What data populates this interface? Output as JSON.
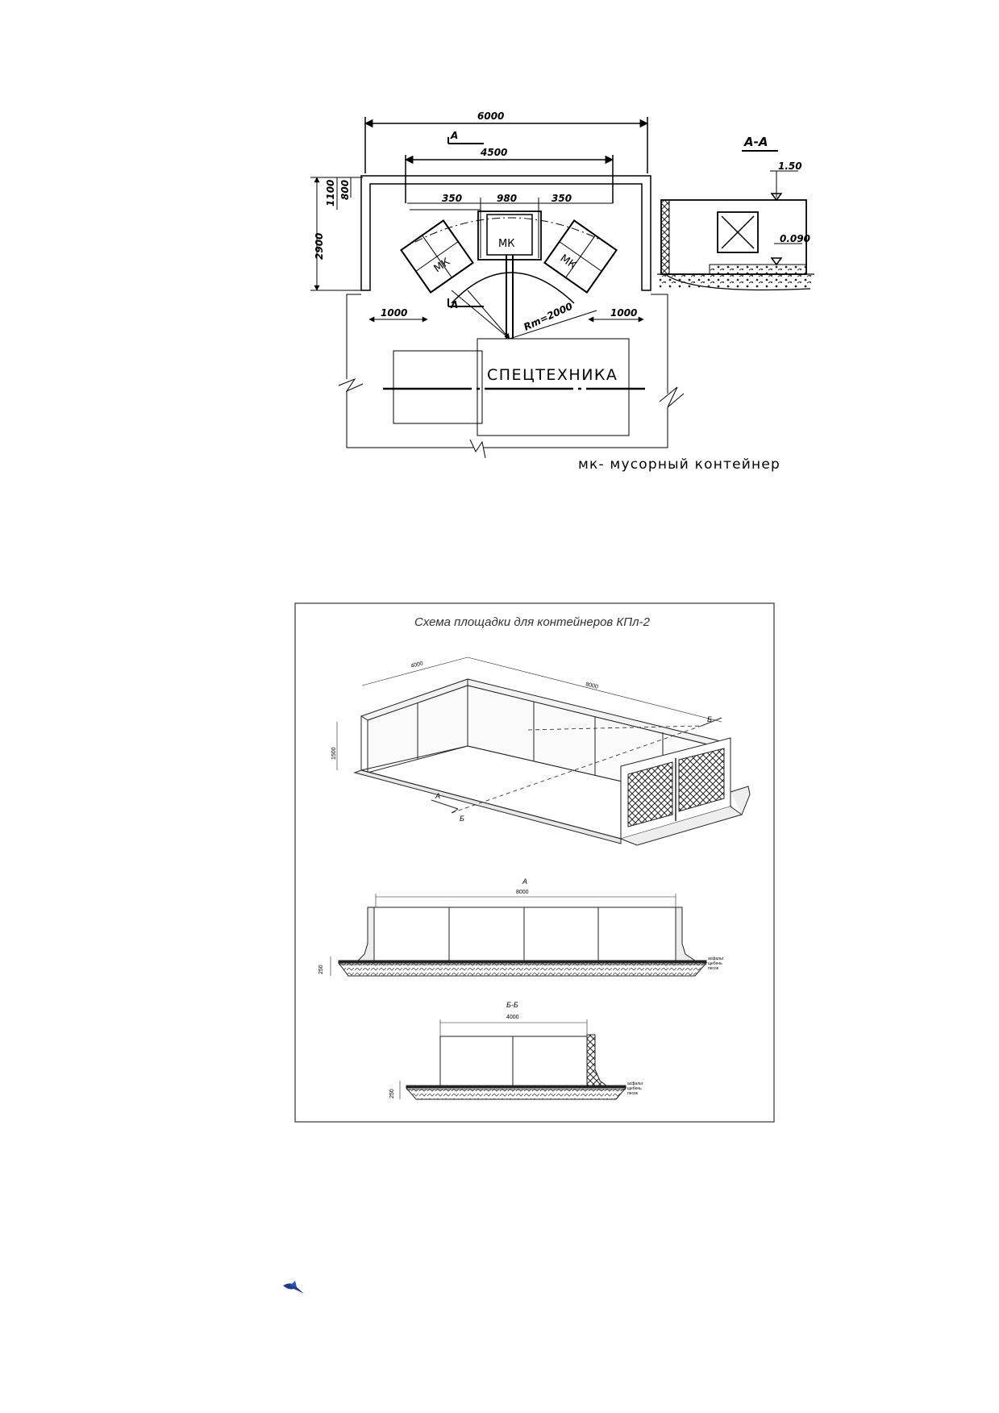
{
  "drawing1": {
    "dims": {
      "overall_width": "6000",
      "inner_width": "4500",
      "section_mark": "А",
      "left_gap": "350",
      "center_width": "980",
      "right_gap": "350",
      "depth": "2900",
      "depth_a": "1100",
      "depth_b": "800",
      "left_offset": "1000",
      "right_offset": "1000",
      "radius": "Rm=2000"
    },
    "container_label": "МК",
    "vehicle_label": "СПЕЦТЕХНИКА",
    "section_title": "А-А",
    "elev_top": "1.50",
    "elev_bottom": "0.090",
    "legend": "мк- мусорный контейнер"
  },
  "drawing2": {
    "title": "Схема площадки для контейнеров  КПл-2",
    "iso_dims": {
      "width": "4000",
      "length": "8000",
      "height": "1500"
    },
    "section_a": {
      "label": "А",
      "width": "8000",
      "depth": "250"
    },
    "section_b": {
      "label": "Б-Б",
      "width": "4000",
      "depth": "250"
    },
    "layers": [
      "асфальт",
      "щебень",
      "песок"
    ],
    "arrow_a": "А",
    "arrow_b": "Б"
  }
}
